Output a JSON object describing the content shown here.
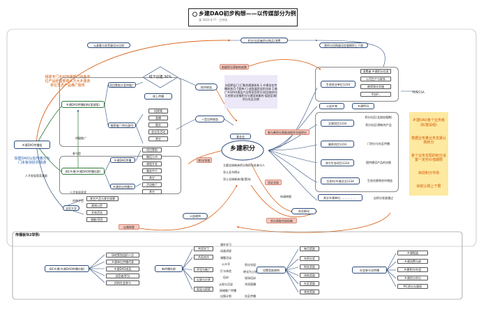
{
  "header": {
    "title": "乡建DAO初步构想——以传媒部分为例",
    "meta": "张 2022-4-?? · 工作坊"
  },
  "nodes": {
    "dao_root": "乡建DAO传播组",
    "dao_note": "加建DAO以后传播分为门本板块好并融通",
    "top_advice": "认真看与发音量设计比例",
    "top_creator": "积分/志愿者积分购买/消费",
    "top_right": "营积分回购量设定量期积上下限",
    "orange_note": "组建专门乡村传播部门由各单位产品经理部牵头方大乡建各单位生态产品推广服务",
    "daoinner": "乡建DAO传播机构(里部版)",
    "dao_outer": "网C乡建(乡建DAO传播社群)",
    "channel_plan": "项目策划大宣传推广",
    "channel_promo": "推荐推广/传社群号",
    "diamond": "线下议建 30%",
    "online": "线上传播",
    "score_value": "经济收益",
    "yishe_value": "一定比例收益",
    "list1": [
      "短视频",
      "直播",
      "图文",
      "会议及活动",
      "其它"
    ],
    "vote": "评审平台",
    "vote2": "人才发现获奖激励",
    "coprod": "乡建DAO传播",
    "coprod2": "乡建积分传播力",
    "list2": [
      "项目策划",
      "稿话与书",
      "课程开发",
      "服务中介",
      "其它"
    ],
    "list3": [
      "活动推广",
      "其它"
    ],
    "quality": "全民大学",
    "q_list": [
      "其它产品与其它成果",
      "高线公民",
      "文体活动",
      "赋能/项目"
    ],
    "red_bar": "自我探索",
    "public_spec": "公益规则",
    "core_label": "基金会",
    "core": "乡建积分",
    "core_sub": [
      "主要全球新体积分和积分处参与人",
      "孕士及书得计",
      "孕士全球新体/报/宽/存"
    ],
    "top_red": "依据积分获取的成果",
    "lilac": "向团明吉门:汇聚合建源体系 1.乡建金在传播体系(5-7类单人) 成发展民会积业体 2.推广乡DAO(报告产品等项目积分)创业取积分 3.经营法务服积分与建设体能的 值班区域/积分社区交换",
    "eco1": "生态农业单位1234",
    "eco1_sub": [
      "消费者 乡建积分在发",
      "公司生产与联系",
      "继续和计实施",
      "平台P..."
    ],
    "pus": "PUS/CSA",
    "public_yang": "公益乡育",
    "public_yang2": "乡建PGS",
    "culture": "文旅项目1234",
    "culture_sub": [
      "积分社区(北部加强数)",
      "积分社区(拥有的产品"
    ],
    "health": "康养项目1234",
    "health_sub": [
      "门积分与社区传播"
    ],
    "village": "其它生态项目1234",
    "village_sub": [
      "提供建设产品的交换"
    ],
    "edu": "生态村/乡建试点1234",
    "edu_sub": [
      "生态交换和合作增益"
    ],
    "other_unit": "其它乡建单位、、、、、、",
    "other_unit_sub": "自积分发放通过",
    "creative": "创业孵化",
    "bottom_red": "积分获取兑现机制",
    "label_exchange": "参与奉积分获取流程并兑现积分",
    "label_relay": "积分/扶贫",
    "label_redeem": "凭证兑现",
    "yellow_lines": [
      "乡建DAO各个业务板块(建设组)",
      "根据业务量业务支援认购积分",
      "各个业务支配的积分设置一定份价值期限",
      "目前积分市场",
      "目前认购上下限"
    ],
    "link1": "评级推广",
    "link2": "参与型",
    "link3": "人才发现获奖",
    "link4": "申请转换"
  },
  "bottom": {
    "title": "传播板块2举例:",
    "left_group": "网C乡建(乡建DAO传播社群)",
    "left_items": [
      "场地策划组织人员",
      "乡建单位传播代表",
      "乡建DAO成员",
      "志愿者/积分",
      "机构社会参与"
    ],
    "mid_group": "新传播社群",
    "mid_tags": [
      "共同学习",
      "共同合作",
      "开设与推广",
      "记录与分享",
      "发现与探索"
    ],
    "mid_a": [
      "课外学习",
      "动画讲说"
    ],
    "mid_b": [
      "课题活动",
      "公众号"
    ],
    "mid_c": [
      "打卡体验",
      "培训"
    ],
    "mid_d": [
      "认知与沉淀",
      "网络推广传播"
    ],
    "mid_e": [
      "出版计划",
      "社区传播"
    ],
    "mid_f": [
      "积分兑现",
      "转化为土地"
    ],
    "mid_right": [
      "现场培训",
      "共同直播"
    ],
    "right_group": "设置奖励规则",
    "right_items": [
      "每月奖励",
      "年积分奖",
      "财务奖励",
      "场地奖励",
      "社区奖励",
      "其他奖励"
    ],
    "far_group": "社会参与式传播",
    "far_items": [
      "乡建报道",
      "乡建消费与体",
      "乡建积分/社区",
      "乡建积分积分",
      "PIC积分与报纸"
    ]
  }
}
